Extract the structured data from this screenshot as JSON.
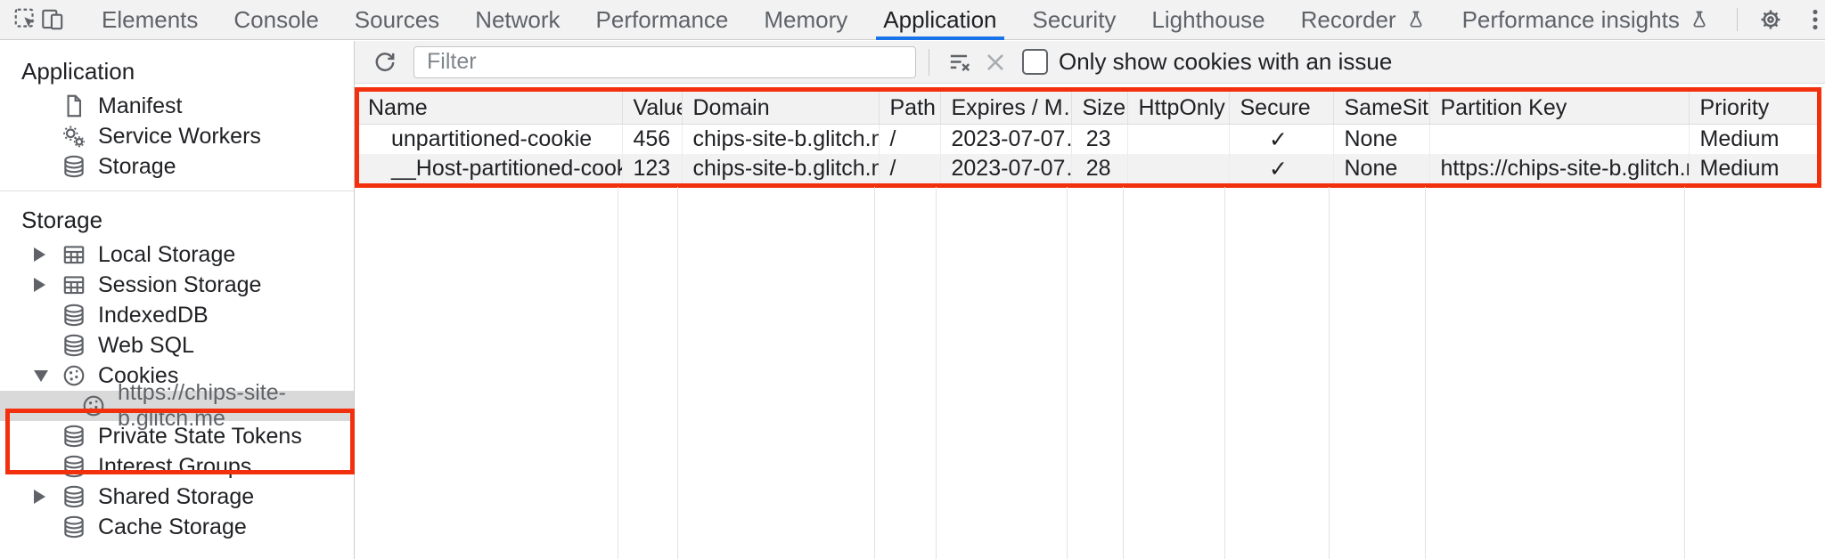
{
  "tab_bar": {
    "tabs": [
      {
        "label": "Elements"
      },
      {
        "label": "Console"
      },
      {
        "label": "Sources"
      },
      {
        "label": "Network"
      },
      {
        "label": "Performance"
      },
      {
        "label": "Memory"
      },
      {
        "label": "Application"
      },
      {
        "label": "Security"
      },
      {
        "label": "Lighthouse"
      },
      {
        "label": "Recorder",
        "experimental": true
      },
      {
        "label": "Performance insights",
        "experimental": true
      }
    ],
    "active_tab": "Application"
  },
  "sidebar": {
    "application_section": {
      "title": "Application",
      "items": [
        {
          "label": "Manifest",
          "icon": "document-icon"
        },
        {
          "label": "Service Workers",
          "icon": "gears-icon"
        },
        {
          "label": "Storage",
          "icon": "database-icon"
        }
      ]
    },
    "storage_section": {
      "title": "Storage",
      "items": [
        {
          "label": "Local Storage",
          "icon": "table-icon",
          "expander": "collapsed"
        },
        {
          "label": "Session Storage",
          "icon": "table-icon",
          "expander": "collapsed"
        },
        {
          "label": "IndexedDB",
          "icon": "database-icon"
        },
        {
          "label": "Web SQL",
          "icon": "database-icon"
        },
        {
          "label": "Cookies",
          "icon": "cookie-icon",
          "expander": "expanded"
        },
        {
          "label": "https://chips-site-b.glitch.me",
          "icon": "cookie-icon",
          "child": true,
          "selected": true
        },
        {
          "label": "Private State Tokens",
          "icon": "database-icon"
        },
        {
          "label": "Interest Groups",
          "icon": "database-icon"
        },
        {
          "label": "Shared Storage",
          "icon": "database-icon",
          "expander": "collapsed"
        },
        {
          "label": "Cache Storage",
          "icon": "database-icon"
        }
      ]
    }
  },
  "toolbar": {
    "filter_placeholder": "Filter",
    "filter_value": "",
    "only_issues_label": "Only show cookies with an issue",
    "only_issues_checked": false
  },
  "cookie_table": {
    "columns": [
      "Name",
      "Value",
      "Domain",
      "Path",
      "Expires / M…",
      "Size",
      "HttpOnly",
      "Secure",
      "SameSite",
      "Partition Key",
      "Priority"
    ],
    "rows": [
      {
        "name": "unpartitioned-cookie",
        "value": "456",
        "domain": "chips-site-b.glitch.me",
        "path": "/",
        "expires": "2023-07-07…",
        "size": "23",
        "httponly": "",
        "secure": "✓",
        "samesite": "None",
        "partition_key": "",
        "priority": "Medium"
      },
      {
        "name": "__Host-partitioned-cookie",
        "value": "123",
        "domain": "chips-site-b.glitch.me",
        "path": "/",
        "expires": "2023-07-07…",
        "size": "28",
        "httponly": "",
        "secure": "✓",
        "samesite": "None",
        "partition_key": "https://chips-site-b.glitch.me",
        "priority": "Medium"
      }
    ]
  },
  "colors": {
    "accent": "#1a73e8",
    "annotation": "#f3300e",
    "selection_bg": "#d9d9d9",
    "toolbar_bg": "#f2f2f3",
    "icon_gray": "#5f6368",
    "text": "#202124"
  }
}
